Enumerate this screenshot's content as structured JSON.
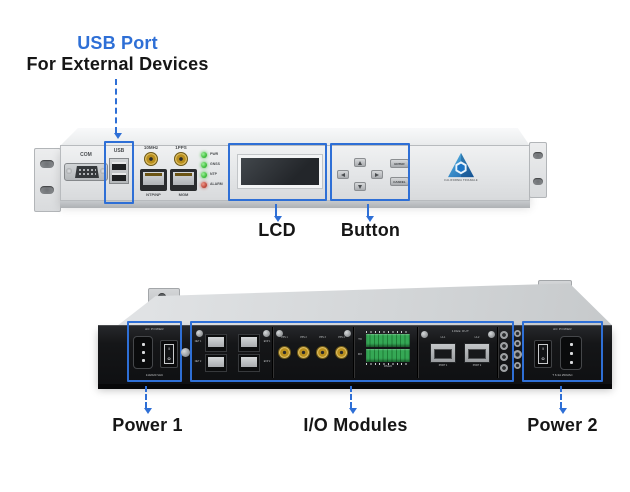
{
  "callouts": {
    "usb_title": "USB Port",
    "usb_subtitle": "For External Devices",
    "lcd": "LCD",
    "button": "Button",
    "power1": "Power 1",
    "io_modules": "I/O Modules",
    "power2": "Power 2"
  },
  "front": {
    "com": "COM",
    "usb": "USB",
    "sma1": "10MHz",
    "sma2": "1PPS",
    "rj45_1": "NTP/NP",
    "rj45_2": "MGM",
    "leds": [
      {
        "label": "PWR",
        "color": "#3ec43a"
      },
      {
        "label": "GNSS",
        "color": "#3ec43a"
      },
      {
        "label": "NTP",
        "color": "#3ec43a"
      },
      {
        "label": "ALARM",
        "color": "#c44336"
      }
    ],
    "enter_btn": "ENTER",
    "cancel_btn": "CANCEL",
    "brand": "CALIFORNIA TRIANGLE"
  },
  "rear": {
    "power1_title": "AC POWER",
    "power1_rating": "110/220 VAC",
    "power2_title": "AC POWER",
    "power2_rating": "T 6.3A 250VAC",
    "net1": "NET 1",
    "net2": "NET 2",
    "exp1": "EXP 1",
    "exp2": "EXP 2",
    "sma_labels": [
      "PPS 1",
      "PPS 2",
      "PPS 3",
      "PPS 4"
    ],
    "tx": "TX",
    "rx": "RX",
    "serial_type": "RS422",
    "sfp_title": "10GE OUT",
    "sfp_ch1": "LA 1",
    "sfp_ch2": "LA 2",
    "sfp_port1": "PORT 1",
    "sfp_port2": "PORT 2"
  },
  "colors": {
    "annotation_blue": "#2e6fd6",
    "led_green": "#3ec43a",
    "led_red": "#c44336",
    "terminal_green": "#2f9e4c",
    "sma_gold": "#c9a23a",
    "chassis_light": "#e8eaec",
    "panel_black": "#141517"
  }
}
